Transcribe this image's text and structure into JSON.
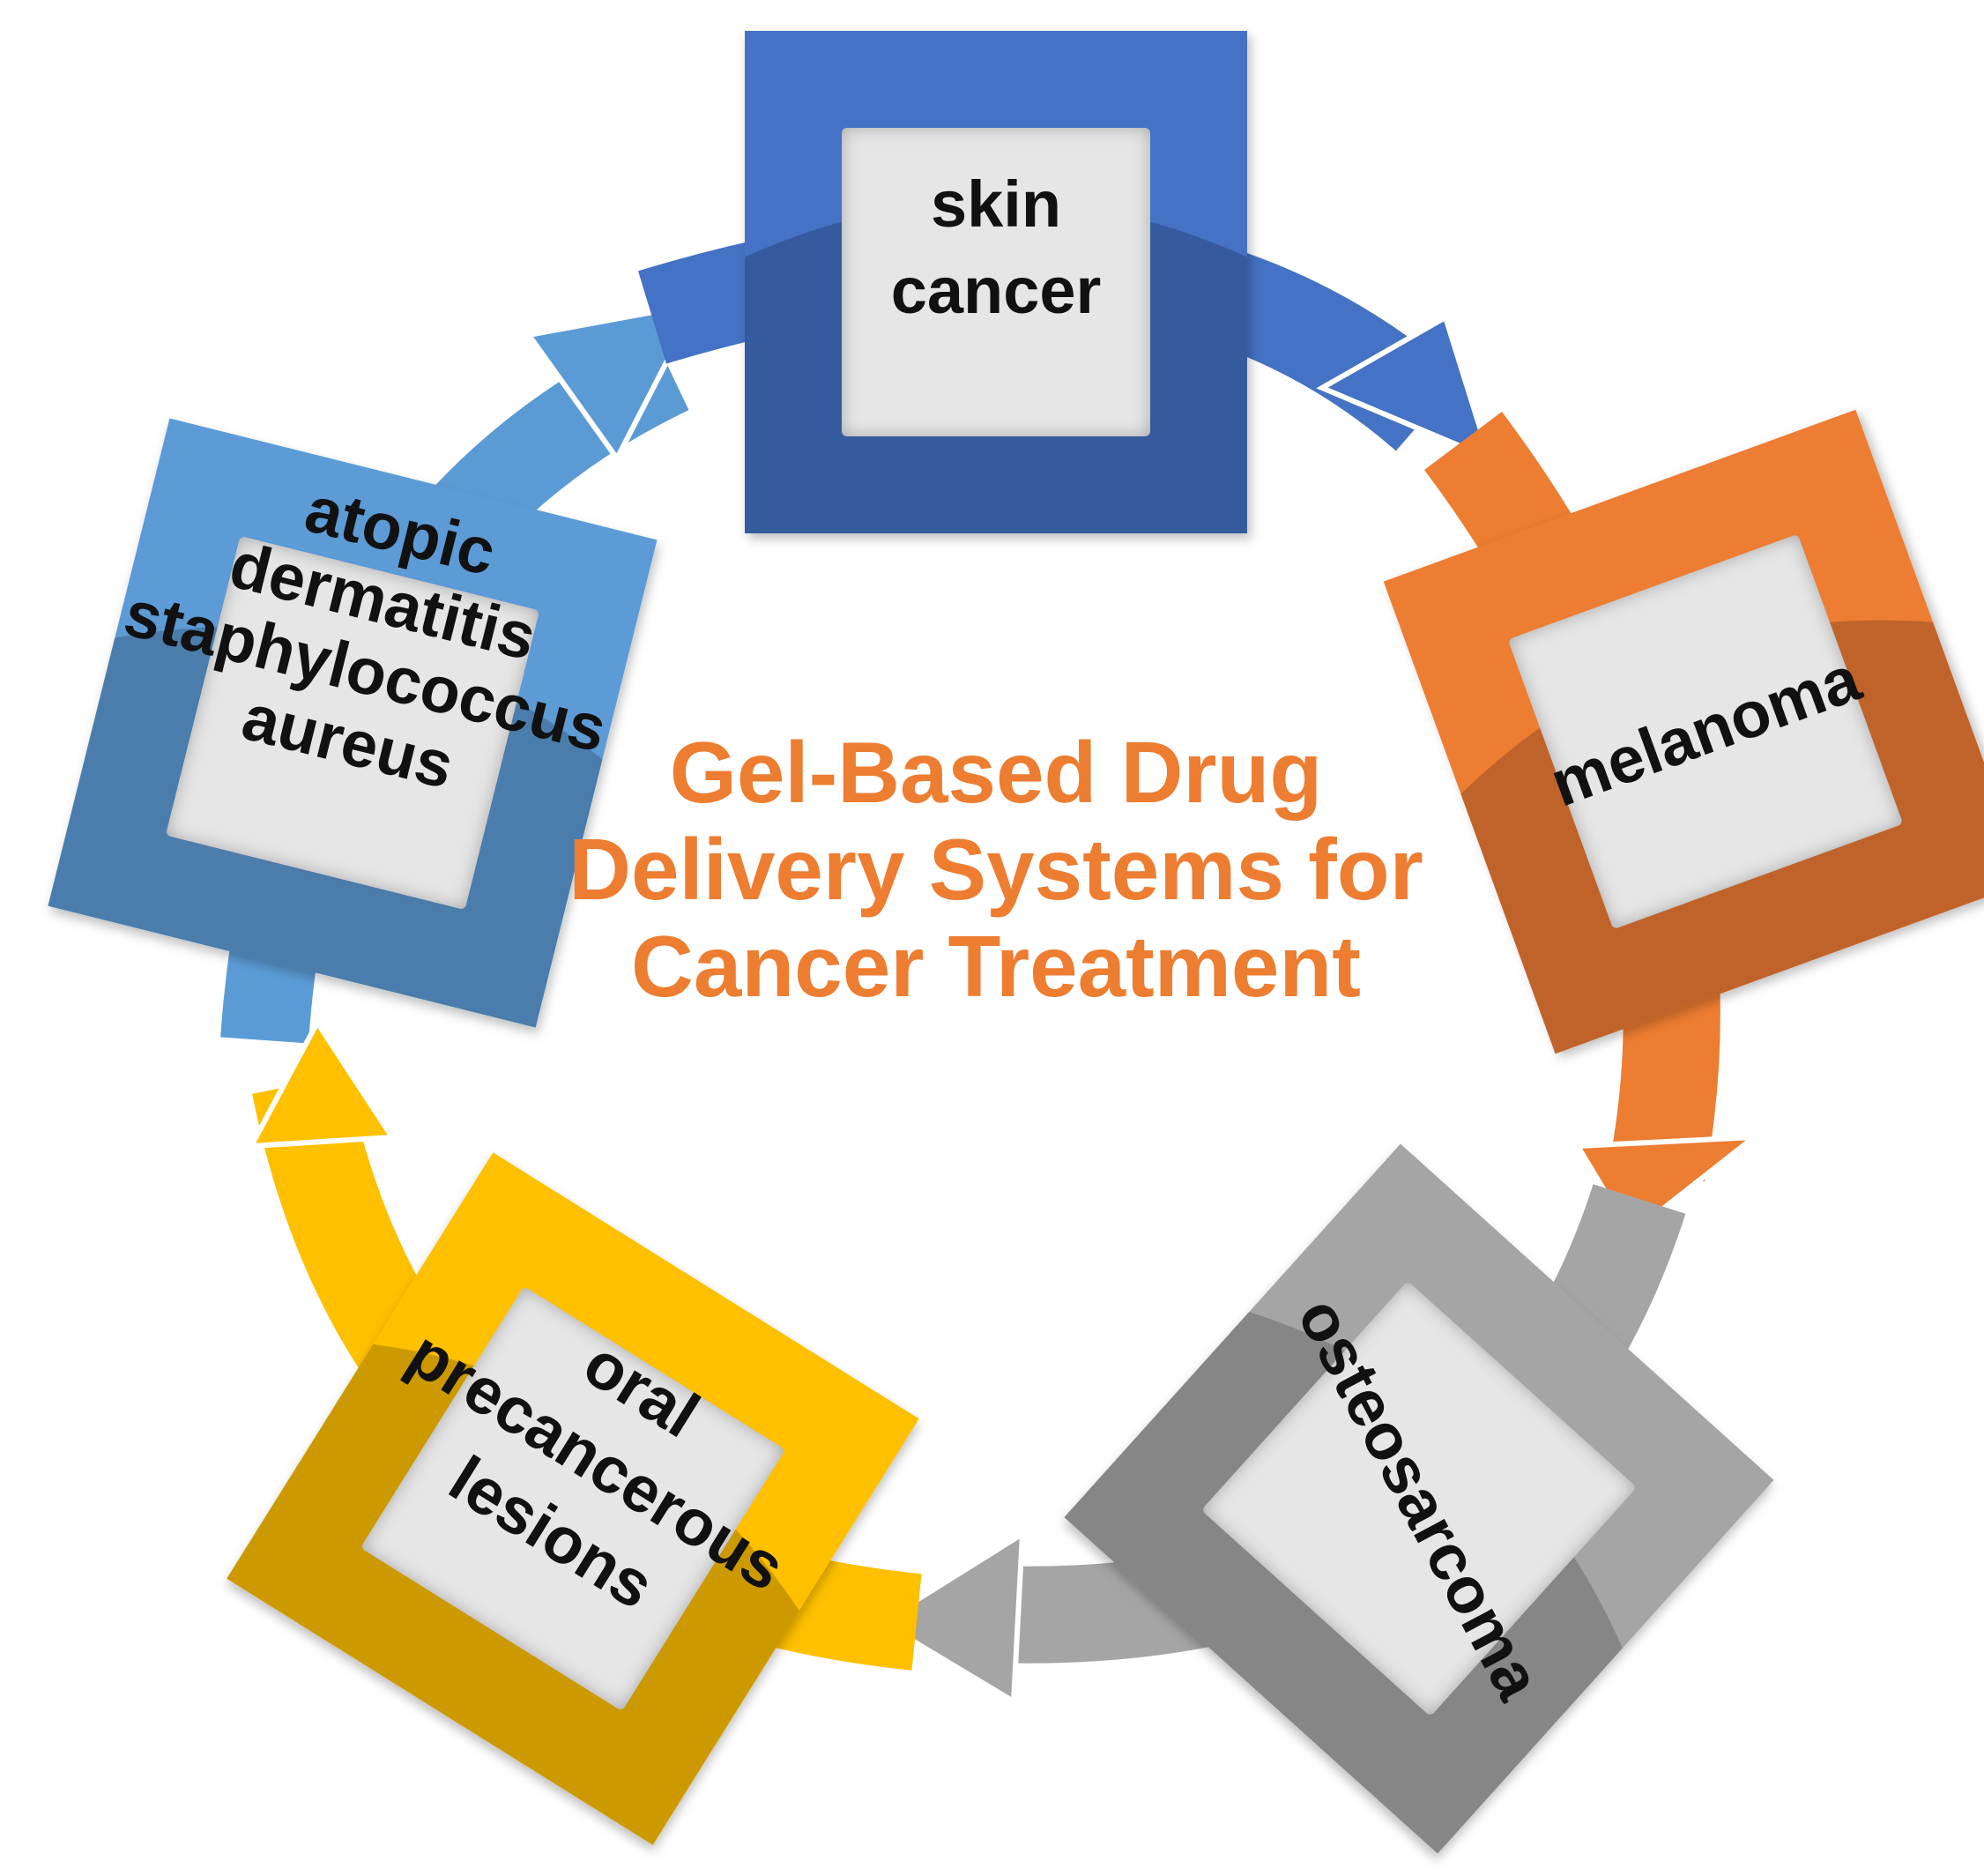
{
  "title": {
    "lines": [
      "Gel-Based Drug",
      "Delivery Systems for",
      "Cancer Treatment"
    ],
    "color": "#ED7D31"
  },
  "nodes": [
    {
      "id": "skin-cancer",
      "lines": [
        "skin",
        "cancer"
      ],
      "color_light": "#4472C4",
      "color_dark": "#365A9E"
    },
    {
      "id": "melanoma",
      "lines": [
        "melanoma"
      ],
      "color_light": "#ED7D31",
      "color_dark": "#C0632A"
    },
    {
      "id": "osteosarcoma",
      "lines": [
        "osteosarcoma"
      ],
      "color_light": "#A5A5A5",
      "color_dark": "#868686"
    },
    {
      "id": "oral-precancerous-lesions",
      "lines": [
        "oral",
        "precancerous",
        "lesions"
      ],
      "color_light": "#FFC000",
      "color_dark": "#CC9A00"
    },
    {
      "id": "atopic-dermatitis-staphylococcus",
      "lines": [
        "atopic",
        "dermatitis",
        "staphylococcus",
        "aureus"
      ],
      "color_light": "#5B9BD5",
      "color_dark": "#4A7DAC"
    }
  ],
  "inner_box_color": "#E6E6E6"
}
